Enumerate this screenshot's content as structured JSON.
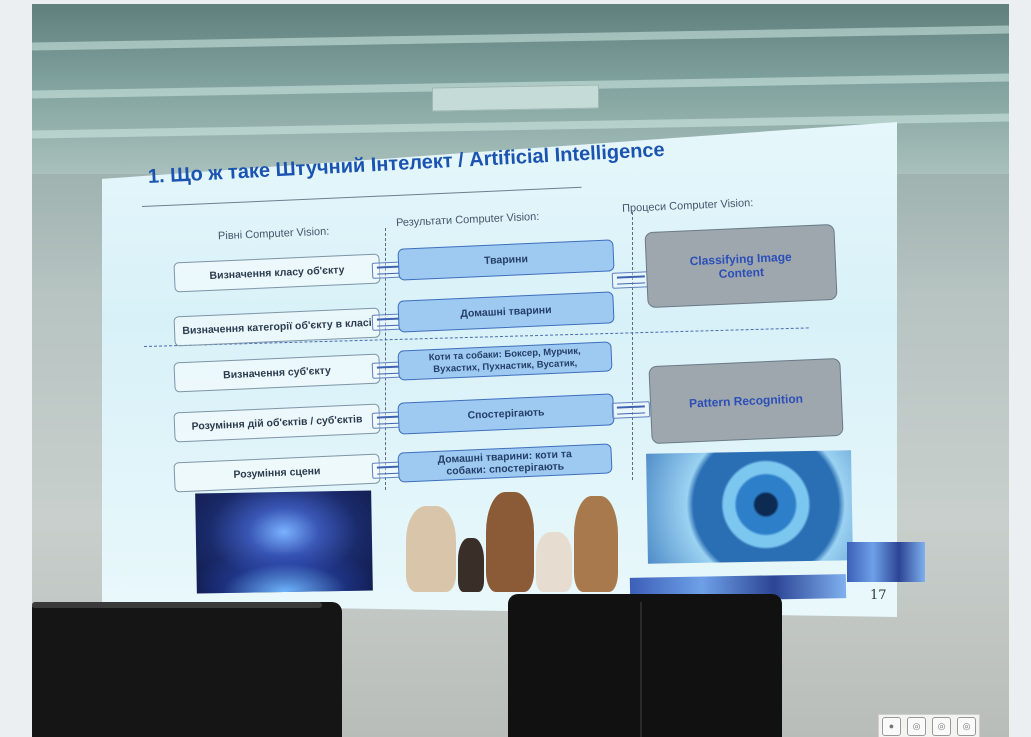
{
  "slide": {
    "title": "1. Що ж таке Штучний Інтелект / Artificial Intelligence",
    "page_number": "17",
    "columns": {
      "left": "Рівні Computer Vision:",
      "middle": "Результати Computer Vision:",
      "right": "Процеси Computer Vision:"
    },
    "levels": [
      "Визначення класу об'єкту",
      "Визначення категорії об'єкту в класі",
      "Визначення суб'єкту",
      "Розуміння дій об'єктів / суб'єктів",
      "Розуміння сцени"
    ],
    "results": [
      "Тварини",
      "Домашні тварини",
      "Коти та собаки: Боксер, Мурчик, Вухастих, Пухнастик, Вусатик,",
      "Спостерігають",
      "Домашні тварини: коти та собаки: спостерігають"
    ],
    "processes": [
      "Classifying Image Content",
      "Pattern Recognition"
    ]
  },
  "colors": {
    "title": "#1b53b0",
    "result_box": "#9ec9f0",
    "process_box": "#9ea7ae",
    "process_text": "#2b4fb7"
  }
}
